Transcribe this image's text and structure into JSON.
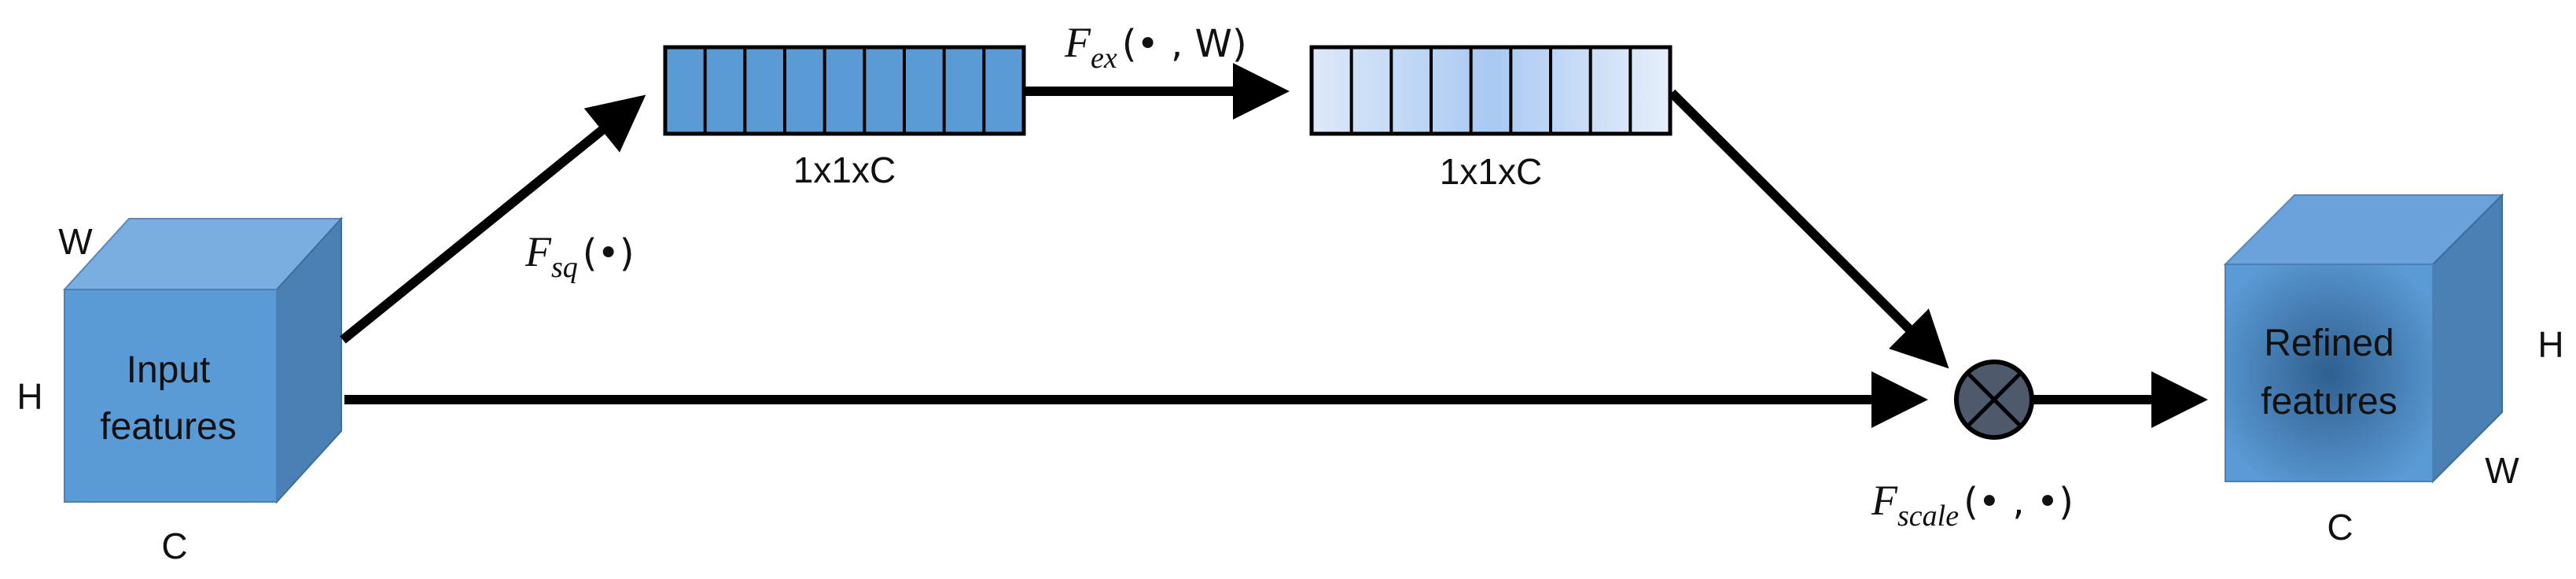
{
  "input_block": {
    "label_line1": "Input",
    "label_line2": "features",
    "dim_w": "W",
    "dim_h": "H",
    "dim_c": "C"
  },
  "output_block": {
    "label_line1": "Refined",
    "label_line2": "features",
    "dim_w": "W",
    "dim_h": "H",
    "dim_c": "C"
  },
  "squeeze_vector": {
    "caption": "1x1xC",
    "cells": 9
  },
  "excite_vector": {
    "caption": "1x1xC",
    "cells": 9
  },
  "functions": {
    "squeeze": {
      "main": "F",
      "sub": "sq",
      "args": "(•)"
    },
    "excite": {
      "main": "F",
      "sub": "ex",
      "args": "(• , W)"
    },
    "scale": {
      "main": "F",
      "sub": "scale",
      "args": "(• , •)"
    }
  },
  "colors": {
    "cube_front": "#5b9bd5",
    "cube_top": "#7aaee0",
    "cube_side": "#4a80b4",
    "squeeze_fill": "#5b9bd5",
    "excite_fill_light": "#dde9f8",
    "excite_fill_mid": "#a9c9f2",
    "multiply_node": "#4d5a6b",
    "arrow": "#000000"
  }
}
